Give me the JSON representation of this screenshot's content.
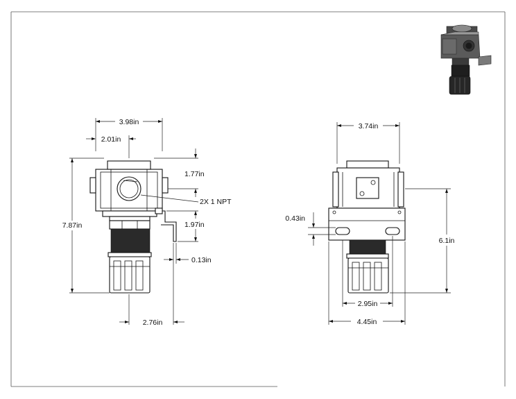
{
  "views": {
    "left": {
      "dims": {
        "width_overall": "3.98in",
        "width_half": "2.01in",
        "body_height": "1.77in",
        "ports": "2X 1 NPT",
        "height_overall": "7.87in",
        "bracket_drop": "1.97in",
        "bracket_thickness": "0.13in",
        "bracket_offset": "2.76in"
      }
    },
    "right": {
      "dims": {
        "width_body": "3.74in",
        "bracket_hole": "0.43in",
        "height_to_bracket": "6.1in",
        "slot_spacing": "2.95in",
        "bracket_width": "4.45in"
      }
    }
  },
  "colors": {
    "line": "#111111",
    "knurl": "#2a2a2a",
    "frame": "#555555"
  }
}
